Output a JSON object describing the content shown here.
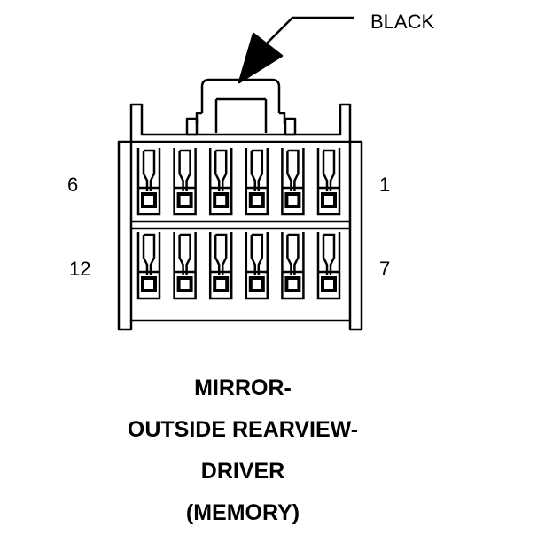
{
  "connector": {
    "color_label": "BLACK",
    "pin_labels": {
      "top_left": "6",
      "top_right": "1",
      "bottom_left": "12",
      "bottom_right": "7"
    },
    "pins_per_row": 6,
    "rows": 2
  },
  "caption": {
    "lines": [
      "MIRROR-",
      "OUTSIDE REARVIEW-",
      "DRIVER",
      "(MEMORY)"
    ]
  }
}
